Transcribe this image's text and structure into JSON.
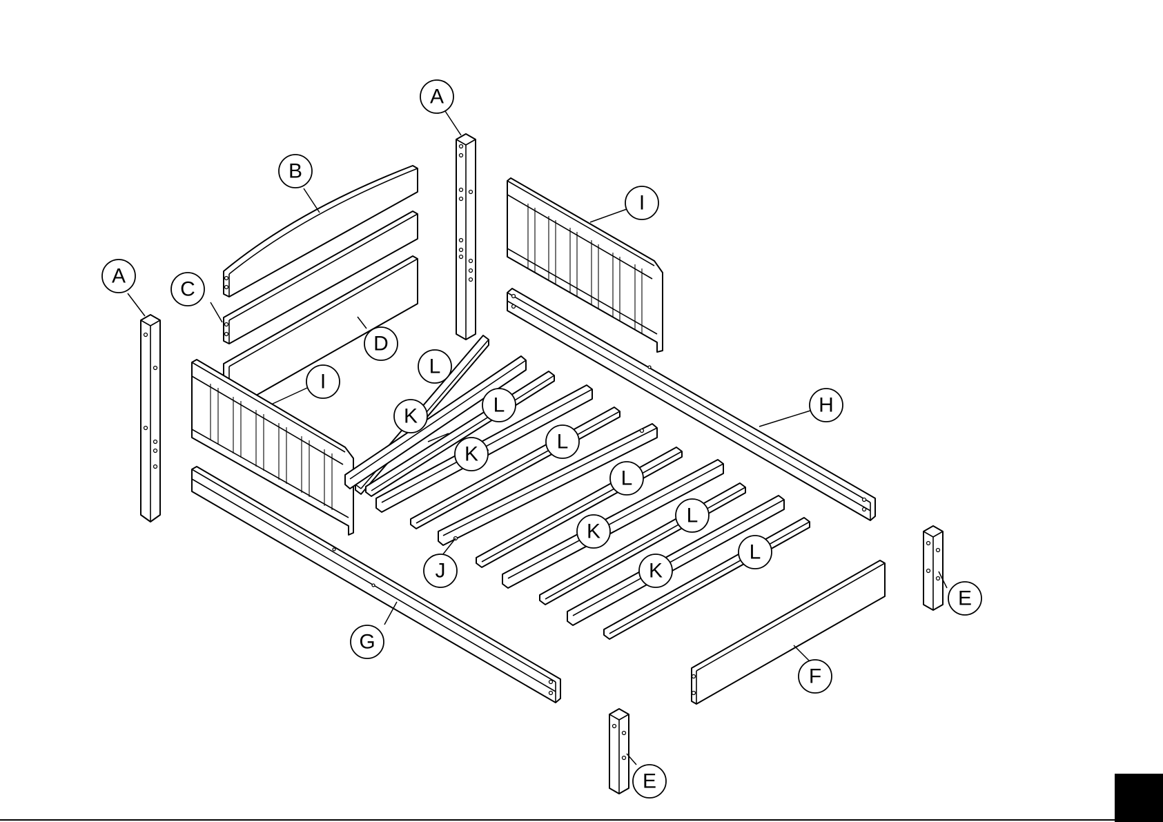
{
  "diagram": {
    "kind": "exploded-assembly",
    "parts": {
      "A": "A",
      "B": "B",
      "C": "C",
      "D": "D",
      "E": "E",
      "F": "F",
      "G": "G",
      "H": "H",
      "I": "I",
      "J": "J",
      "K": "K",
      "L": "L"
    }
  }
}
